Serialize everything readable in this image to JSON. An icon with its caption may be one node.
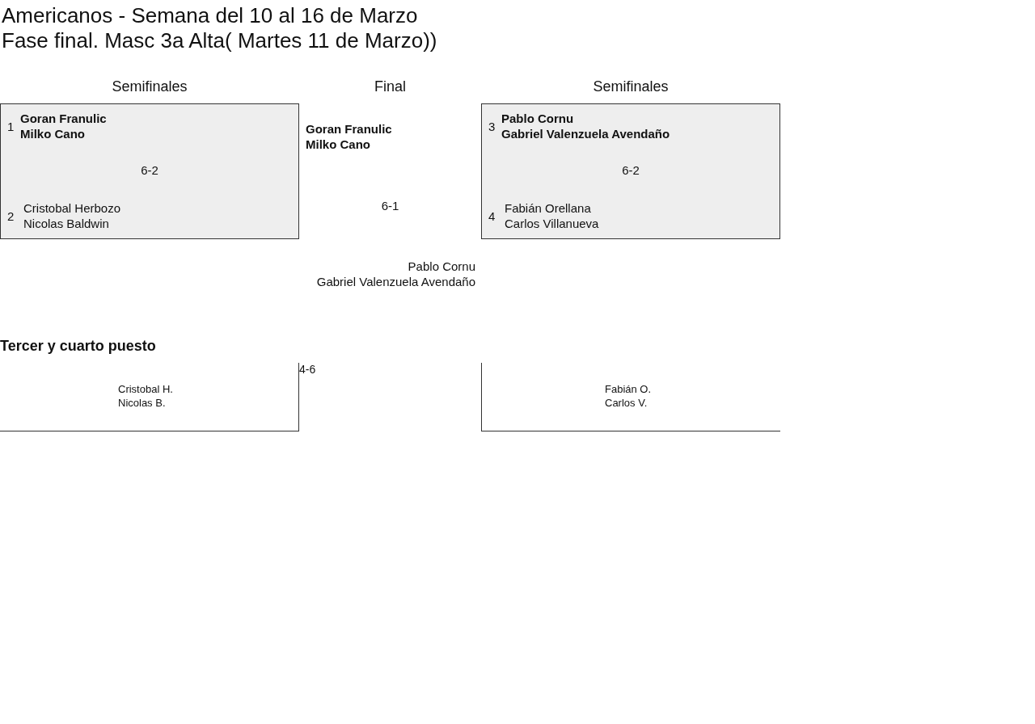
{
  "diagram": {
    "title": "Americanos - Semana del 10 al 16 de Marzo",
    "nodes": [
      {
        "text": [
          "1",
          "Goran Franulic",
          "Milko Cano",
          "6-2",
          "2",
          "Cristobal Herbozo",
          "Nicolas Baldwin"
        ]
      },
      {
        "text": [
          "3",
          "Pablo Cornu",
          "Gabriel Valenzuela Avendaño",
          "6-2",
          "4",
          "Fabián Orellana",
          "Carlos Villanueva"
        ]
      },
      {
        "text": [
          "Cristobal H.",
          "Nicolas B."
        ]
      },
      {
        "text": [
          "Fabián O.",
          "Carlos V."
        ]
      }
    ],
    "labels": [
      "Fase final. Masc 3a Alta( Martes 11 de Marzo))",
      "Semifinales",
      "Final",
      "Semifinales",
      "Goran Franulic",
      "Milko Cano",
      "6-1",
      "Pablo Cornu",
      "Gabriel Valenzuela Avendaño",
      "Tercer y cuarto puesto",
      "4-6"
    ]
  }
}
